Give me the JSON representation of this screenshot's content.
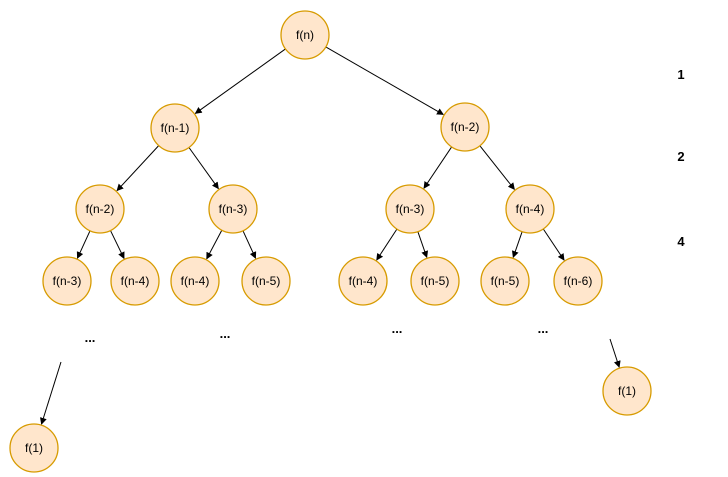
{
  "nodes": [
    {
      "id": "root",
      "label": "f(n)"
    },
    {
      "id": "a",
      "label": "f(n-1)"
    },
    {
      "id": "b",
      "label": "f(n-2)"
    },
    {
      "id": "a1",
      "label": "f(n-2)"
    },
    {
      "id": "a2",
      "label": "f(n-3)"
    },
    {
      "id": "b1",
      "label": "f(n-3)"
    },
    {
      "id": "b2",
      "label": "f(n-4)"
    },
    {
      "id": "l1",
      "label": "f(n-3)"
    },
    {
      "id": "l2",
      "label": "f(n-4)"
    },
    {
      "id": "l3",
      "label": "f(n-4)"
    },
    {
      "id": "l4",
      "label": "f(n-5)"
    },
    {
      "id": "l5",
      "label": "f(n-4)"
    },
    {
      "id": "l6",
      "label": "f(n-5)"
    },
    {
      "id": "l7",
      "label": "f(n-5)"
    },
    {
      "id": "l8",
      "label": "f(n-6)"
    },
    {
      "id": "leftEnd",
      "label": "f(1)"
    },
    {
      "id": "rightEnd",
      "label": "f(1)"
    }
  ],
  "edges": [
    [
      "root",
      "a"
    ],
    [
      "root",
      "b"
    ],
    [
      "a",
      "a1"
    ],
    [
      "a",
      "a2"
    ],
    [
      "b",
      "b1"
    ],
    [
      "b",
      "b2"
    ],
    [
      "a1",
      "l1"
    ],
    [
      "a1",
      "l2"
    ],
    [
      "a2",
      "l3"
    ],
    [
      "a2",
      "l4"
    ],
    [
      "b1",
      "l5"
    ],
    [
      "b1",
      "l6"
    ],
    [
      "b2",
      "l7"
    ],
    [
      "b2",
      "l8"
    ]
  ],
  "ellipsis_text": "...",
  "level_counts": [
    "1",
    "2",
    "4"
  ]
}
